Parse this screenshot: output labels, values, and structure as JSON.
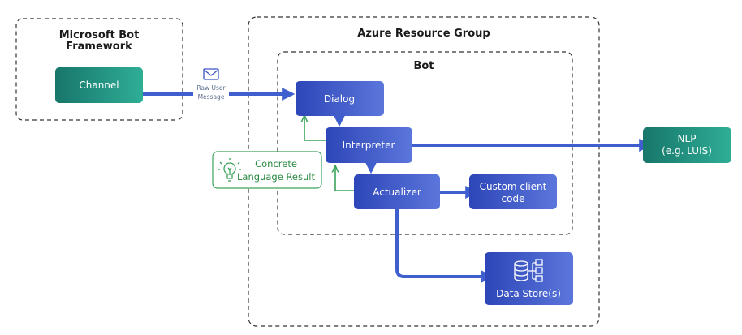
{
  "groups": {
    "framework": "Microsoft Bot Framework",
    "framework_line1": "Microsoft Bot",
    "framework_line2": "Framework",
    "azure": "Azure Resource Group",
    "bot": "Bot"
  },
  "nodes": {
    "channel": "Channel",
    "dialog": "Dialog",
    "interpreter": "Interpreter",
    "actualizer": "Actualizer",
    "custom_client_line1": "Custom client",
    "custom_client_line2": "code",
    "nlp_line1": "NLP",
    "nlp_line2": "(e.g. LUIS)",
    "data_store": "Data Store(s)"
  },
  "edges": {
    "raw_line1": "Raw User",
    "raw_line2": "Message"
  },
  "note": {
    "line1": "Concrete",
    "line2": "Language Result"
  },
  "icons": {
    "message": "envelope-icon",
    "note": "lightbulb-icon",
    "data_store": "database-icon"
  },
  "colors": {
    "teal_start": "#17766a",
    "teal_end": "#2fae96",
    "blue_start": "#2d46b8",
    "blue_end": "#5b76db",
    "edge_blue": "#3f5fcf",
    "green": "#3aa35a"
  }
}
